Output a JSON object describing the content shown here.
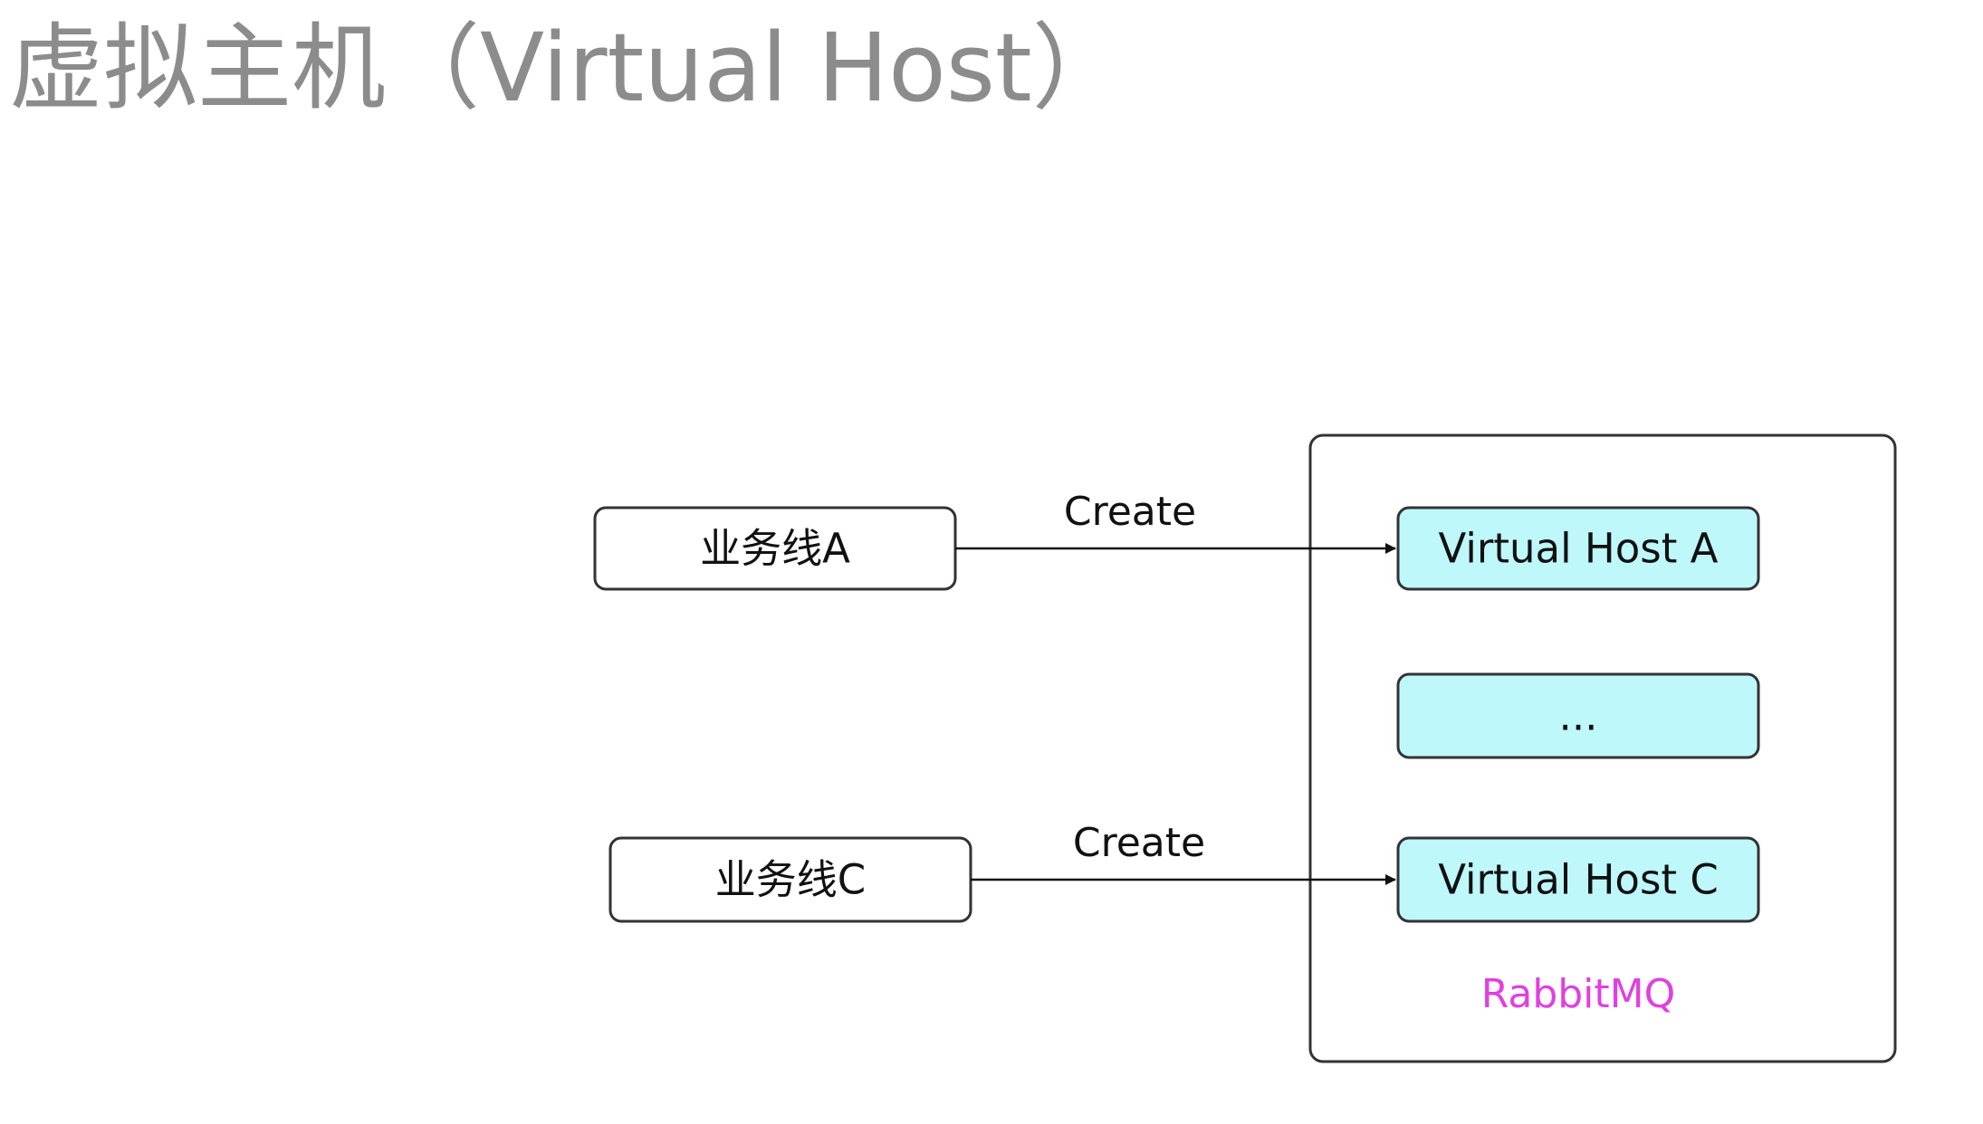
{
  "title": "虚拟主机（Virtual Host）",
  "colors": {
    "title": "#8c8c8c",
    "vhost_fill": "#bff8fb",
    "vhost_stroke": "#333333",
    "container_label": "#e040e0",
    "edge": "#111111"
  },
  "diagram": {
    "business_lines": [
      {
        "label": "业务线A"
      },
      {
        "label": "业务线C"
      }
    ],
    "container": {
      "label": "RabbitMQ"
    },
    "virtual_hosts": [
      {
        "label": "Virtual Host A"
      },
      {
        "label": "..."
      },
      {
        "label": "Virtual Host C"
      }
    ],
    "edges": [
      {
        "from": "业务线A",
        "to": "Virtual Host A",
        "label": "Create"
      },
      {
        "from": "业务线C",
        "to": "Virtual Host C",
        "label": "Create"
      }
    ]
  }
}
